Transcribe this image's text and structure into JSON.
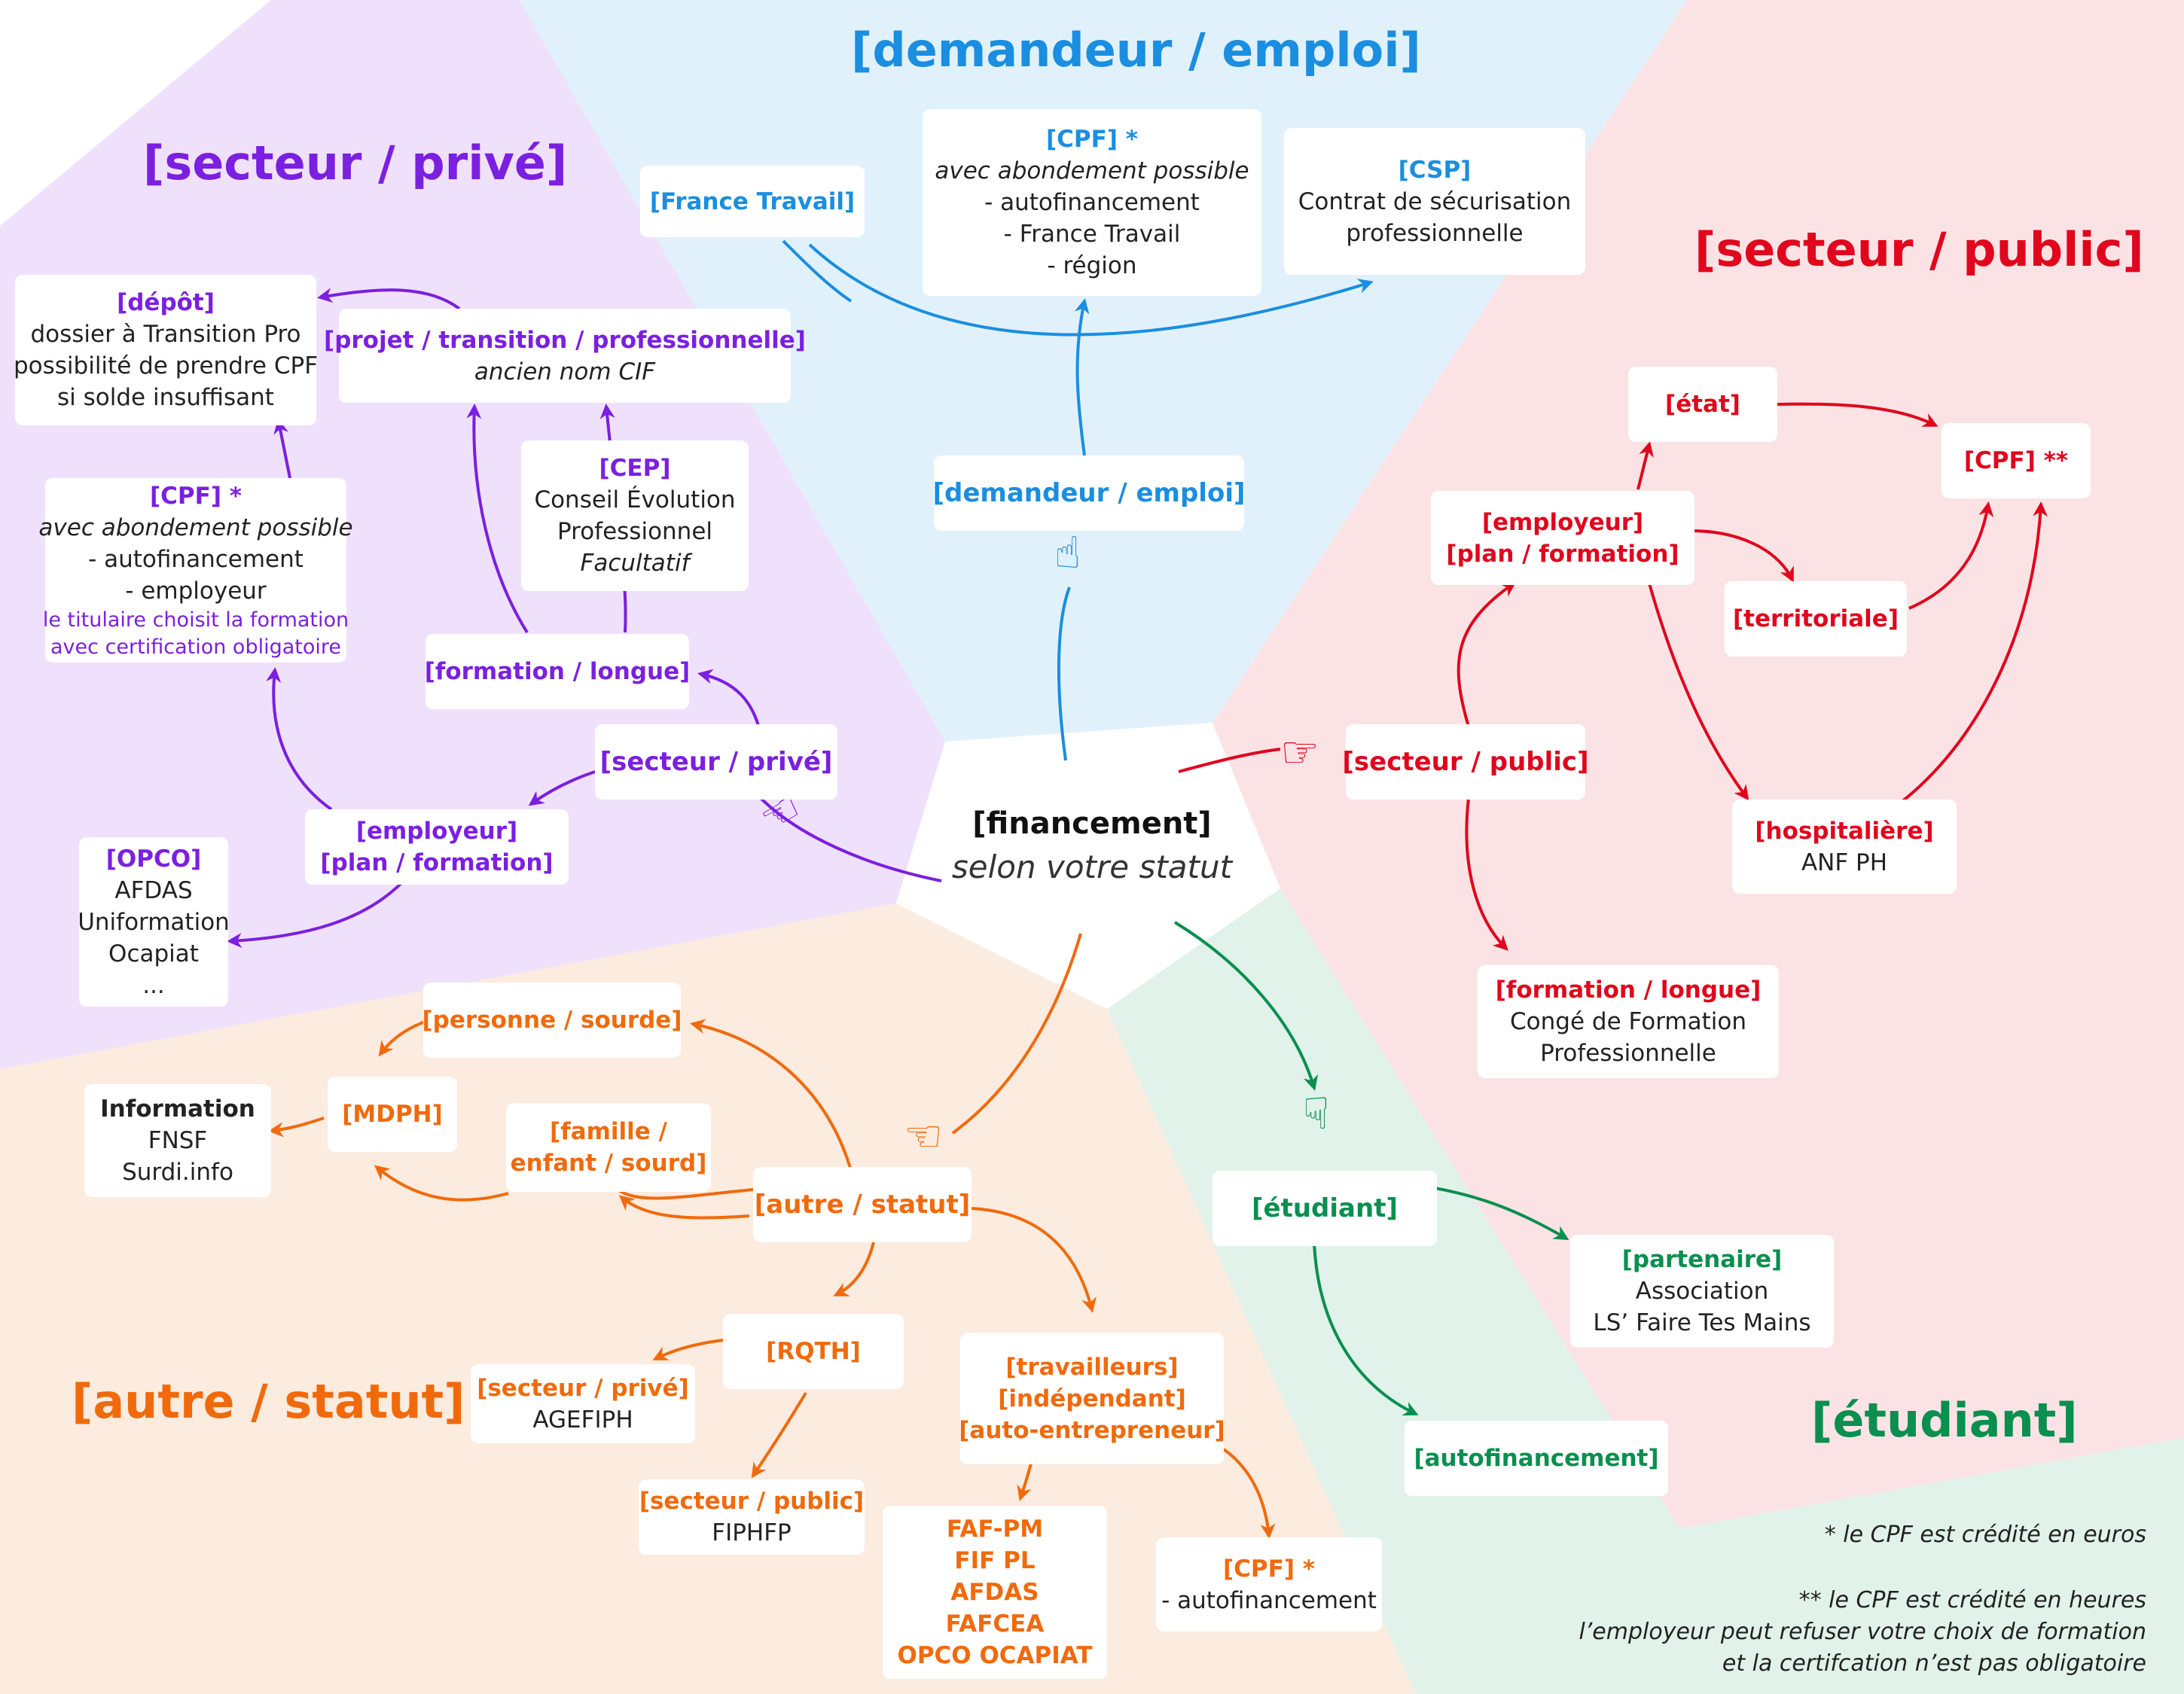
{
  "colors": {
    "purple": "#7b1fe0",
    "blue": "#1a8ee0",
    "red": "#e0061d",
    "green": "#0a8f4f",
    "orange": "#f06a0c"
  },
  "center": {
    "title": "[financement]",
    "subtitle": "selon votre statut"
  },
  "regions": {
    "prive": "[secteur / privé]",
    "emploi": "[demandeur / emploi]",
    "public": "[secteur / public]",
    "etudiant": "[étudiant]",
    "autre": "[autre / statut]"
  },
  "prive": {
    "hub": "[secteur / privé]",
    "depot": {
      "title": "[dépôt]",
      "l1": "dossier à Transition Pro",
      "l2": "possibilité de prendre CPF",
      "l3": "si solde insuffisant"
    },
    "projet": {
      "title": "[projet / transition / professionnelle]",
      "l1": "ancien nom CIF"
    },
    "cpf": {
      "title": "[CPF] *",
      "l1": "avec abondement possible",
      "l2": "- autofinancement",
      "l3": "- employeur",
      "l4": "le titulaire choisit la formation",
      "l5": "avec certification obligatoire"
    },
    "cep": {
      "title": "[CEP]",
      "l1": "Conseil Évolution",
      "l2": "Professionnel",
      "l3": "Facultatif"
    },
    "formation": {
      "title": "[formation / longue]"
    },
    "employeur": {
      "l1": "[employeur]",
      "l2": "[plan / formation]"
    },
    "opco": {
      "title": "[OPCO]",
      "l1": "AFDAS",
      "l2": "Uniformation",
      "l3": "Ocapiat",
      "l4": "..."
    }
  },
  "emploi": {
    "hub": "[demandeur / emploi]",
    "france": "[France Travail]",
    "cpf": {
      "title": "[CPF] *",
      "l1": "avec abondement possible",
      "l2": "- autofinancement",
      "l3": "- France Travail",
      "l4": "- région"
    },
    "csp": {
      "title": "[CSP]",
      "l1": "Contrat de sécurisation",
      "l2": "professionnelle"
    }
  },
  "public": {
    "hub": "[secteur / public]",
    "etat": "[état]",
    "cpf": "[CPF] **",
    "employeur": {
      "l1": "[employeur]",
      "l2": "[plan / formation]"
    },
    "territoriale": "[territoriale]",
    "hospitaliere": {
      "title": "[hospitalière]",
      "l1": "ANF PH"
    },
    "formation": {
      "title": "[formation / longue]",
      "l1": "Congé de Formation",
      "l2": "Professionnelle"
    }
  },
  "etudiant": {
    "hub": "[étudiant]",
    "partenaire": {
      "title": "[partenaire]",
      "l1": "Association",
      "l2": "LS’ Faire Tes Mains"
    },
    "auto": "[autofinancement]"
  },
  "autre": {
    "hub": "[autre / statut]",
    "personne": "[personne / sourde]",
    "mdph": "[MDPH]",
    "info": {
      "title": "Information",
      "l1": "FNSF",
      "l2": "Surdi.info"
    },
    "famille": {
      "l1": "[famille /",
      "l2": "enfant / sourd]"
    },
    "rqth": "[RQTH]",
    "prive": {
      "title": "[secteur / privé]",
      "l1": "AGEFIPH"
    },
    "public": {
      "title": "[secteur / public]",
      "l1": "FIPHFP"
    },
    "travailleurs": {
      "l1": "[travailleurs]",
      "l2": "[indépendant]",
      "l3": "[auto-entrepreneur]"
    },
    "faf": {
      "l1": "FAF-PM",
      "l2": "FIF PL",
      "l3": "AFDAS",
      "l4": "FAFCEA",
      "l5": "OPCO OCAPIAT"
    },
    "cpf": {
      "title": "[CPF] *",
      "l1": "- autofinancement"
    }
  },
  "footnotes": {
    "f1": "* le CPF est crédité en euros",
    "f2": "** le CPF est crédité en heures",
    "f3": "l’employeur peut refuser votre choix de formation",
    "f4": "et la certifcation n’est pas obligatoire"
  }
}
